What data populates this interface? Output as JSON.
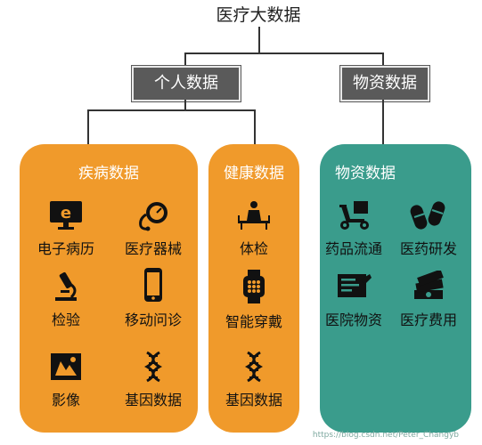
{
  "root": "医疗大数据",
  "level1": {
    "personal": "个人数据",
    "material": "物资数据"
  },
  "panels": {
    "disease": {
      "title": "疾病数据",
      "color": "#f09a2b",
      "items": [
        {
          "label": "电子病历",
          "icon": "monitor-e-icon"
        },
        {
          "label": "医疗器械",
          "icon": "blood-pressure-icon"
        },
        {
          "label": "检验",
          "icon": "microscope-icon"
        },
        {
          "label": "移动问诊",
          "icon": "smartphone-icon"
        },
        {
          "label": "影像",
          "icon": "xray-image-icon"
        },
        {
          "label": "基因数据",
          "icon": "dna-icon"
        }
      ]
    },
    "health": {
      "title": "健康数据",
      "color": "#f09a2b",
      "items": [
        {
          "label": "体检",
          "icon": "exam-bed-icon"
        },
        {
          "label": "智能穿戴",
          "icon": "smartwatch-icon"
        },
        {
          "label": "基因数据",
          "icon": "dna-icon"
        }
      ]
    },
    "material": {
      "title": "物资数据",
      "color": "#3a9c8c",
      "items": [
        {
          "label": "药品流通",
          "icon": "delivery-scooter-icon"
        },
        {
          "label": "医药研发",
          "icon": "capsule-icon"
        },
        {
          "label": "医院物资",
          "icon": "certificate-icon"
        },
        {
          "label": "医疗费用",
          "icon": "money-stack-icon"
        }
      ]
    }
  },
  "watermark": "https://blog.csdn.net/Peter_Changyb"
}
